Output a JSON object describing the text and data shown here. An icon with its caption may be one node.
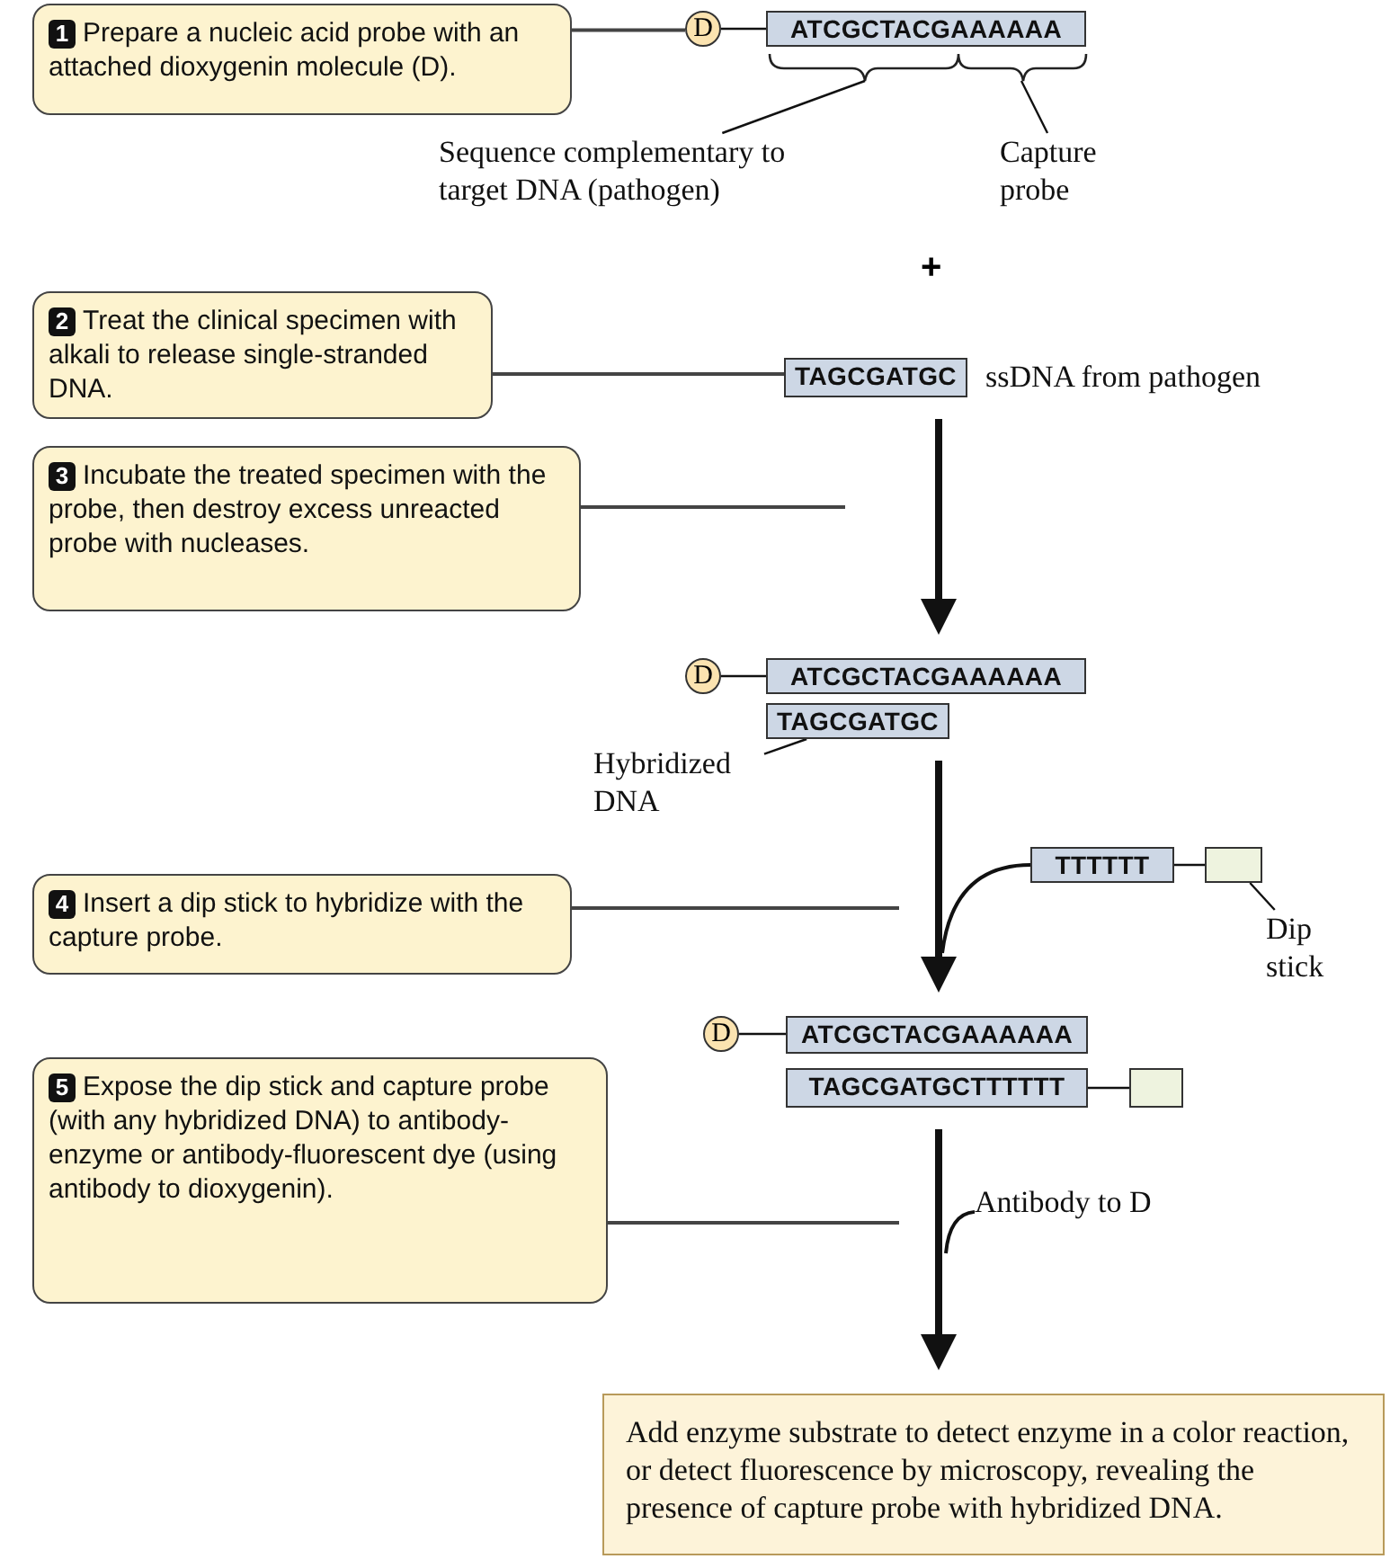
{
  "diagram": {
    "nodes": [
      {
        "text": [
          "1",
          "Prepare a nucleic acid probe with an attached dioxygenin molecule (D)."
        ]
      },
      {
        "text": [
          "D"
        ]
      },
      {
        "text": [
          "ATCGCTACGAAAAAA"
        ]
      },
      {
        "text": [
          "Sequence complementary to target DNA (pathogen)"
        ]
      },
      {
        "text": [
          "Capture probe"
        ]
      },
      {
        "text": [
          "2",
          "Treat the clinical specimen with alkali to release single-stranded DNA."
        ]
      },
      {
        "text": [
          "TAGCGATGC"
        ],
        "beside": [
          "ssDNA from pathogen"
        ]
      },
      {
        "text": [
          "3",
          "Incubate the treated specimen with the probe, then destroy excess unreacted probe with nucleases."
        ]
      },
      {
        "text": [
          "D"
        ]
      },
      {
        "text": [
          "ATCGCTACGAAAAAA"
        ]
      },
      {
        "text": [
          "TAGCGATGC"
        ]
      },
      {
        "text": [
          "Hybridized DNA"
        ]
      },
      {
        "text": [
          "4",
          "Insert a dip stick to hybridize with the capture probe."
        ]
      },
      {
        "text": [
          "TTTTTT"
        ]
      },
      {
        "text": [],
        "shape": "box"
      },
      {
        "text": [
          "Dip stick"
        ]
      },
      {
        "text": [
          "5",
          "Expose the dip stick and capture probe (with any hybridized DNA) to antibody-enzyme or antibody-fluorescent dye (using antibody to dioxygenin)."
        ]
      },
      {
        "text": [
          "D"
        ]
      },
      {
        "text": [
          "ATCGCTACGAAAAAA"
        ]
      },
      {
        "text": [
          "TAGCGATGCTTTTTT"
        ]
      },
      {
        "text": [],
        "shape": "box"
      },
      {
        "text": [
          "Antibody to D"
        ]
      },
      {
        "text": [
          "Add enzyme substrate to detect enzyme in a color reaction, or detect fluorescence by microscopy, revealing the presence of capture probe with hybridized DNA."
        ]
      }
    ],
    "edges": [
      {
        "from": 0,
        "to": 1,
        "arrow": "none"
      },
      {
        "from": 1,
        "to": 2,
        "arrow": "none"
      },
      {
        "from": 3,
        "to": 2,
        "arrow": "none"
      },
      {
        "from": 4,
        "to": 2,
        "arrow": "none"
      },
      {
        "from": 5,
        "to": 6,
        "arrow": "none"
      },
      {
        "from": 6,
        "to": 9,
        "arrow": "to",
        "style": "thick"
      },
      {
        "from": 7,
        "to": null,
        "arrow": "none"
      },
      {
        "from": 8,
        "to": 9,
        "arrow": "none"
      },
      {
        "from": 11,
        "to": 10,
        "arrow": "none"
      },
      {
        "from": 10,
        "to": 18,
        "arrow": "to",
        "style": "thick"
      },
      {
        "from": 12,
        "to": null,
        "arrow": "none"
      },
      {
        "from": 13,
        "to": null,
        "arrow": "none"
      },
      {
        "from": 13,
        "to": 14,
        "arrow": "none"
      },
      {
        "from": 15,
        "to": 14,
        "arrow": "none"
      },
      {
        "from": 16,
        "to": null,
        "arrow": "none"
      },
      {
        "from": 17,
        "to": 18,
        "arrow": "none"
      },
      {
        "from": 19,
        "to": 20,
        "arrow": "none"
      },
      {
        "from": 19,
        "to": 22,
        "arrow": "to",
        "style": "thick"
      },
      {
        "from": 21,
        "to": null,
        "arrow": "none"
      }
    ],
    "labels": [
      "+"
    ]
  }
}
